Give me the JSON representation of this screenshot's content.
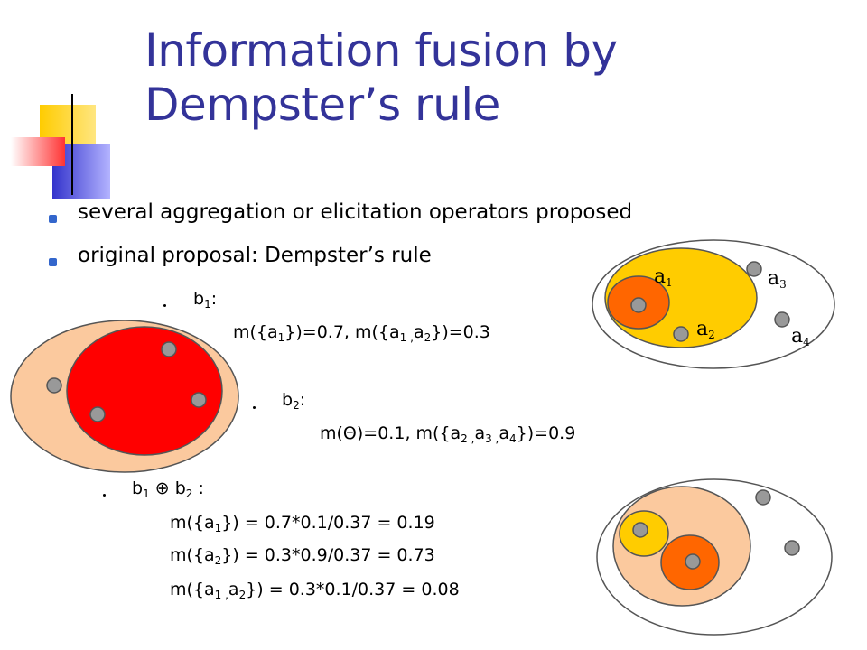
{
  "slide": {
    "title_line1": "Information fusion by",
    "title_line2": "Dempster’s rule",
    "bullets": [
      "several aggregation or elicitation operators proposed",
      "original proposal: Dempster’s rule"
    ],
    "b1": {
      "label": "b",
      "label_sub": "1",
      "colon": ":",
      "formula": {
        "p1": "m({a",
        "s1": "1",
        "p2": "})=0.7, m({a",
        "s2": "1 ,",
        "p3": "a",
        "s3": "2",
        "p4": "})=0.3"
      }
    },
    "b2": {
      "label": "b",
      "label_sub": "2",
      "colon": ":",
      "formula": {
        "p1": "m(",
        "theta": "Θ",
        "p2": ")=0.1, m({a",
        "s1": "2 ,",
        "p3": "a",
        "s2": "3 ,",
        "p4": "a",
        "s3": "4",
        "p5": "})=0.9"
      }
    },
    "combo": {
      "b": "b",
      "s1": "1",
      "oplus": "⊕",
      "b2": "b",
      "s2": "2",
      "colon": " :",
      "lines": [
        {
          "pre": "m({a",
          "sub1": "1",
          "post": "}) = 0.7*0.1/0.37 = 0.19"
        },
        {
          "pre": "m({a",
          "sub1": "2",
          "post": "}) = 0.3*0.9/0.37 = 0.73"
        },
        {
          "pre": "m({a",
          "sub1": "1 ,",
          "mid": "a",
          "sub2": "2",
          "post": "}) = 0.3*0.1/0.37 = 0.08"
        }
      ]
    },
    "diagram_labels": {
      "a1": "a",
      "a1_sub": "1",
      "a2": "a",
      "a2_sub": "2",
      "a3": "a",
      "a3_sub": "3",
      "a4": "a",
      "a4_sub": "4"
    }
  },
  "colors": {
    "title": "#333399",
    "bullet": "#3366cc",
    "peach": "#fbc99e",
    "red": "#ff0000",
    "yellow": "#ffcc00",
    "orange": "#ff6600",
    "gray_dot": "#999999",
    "rule_line": "#999999"
  }
}
